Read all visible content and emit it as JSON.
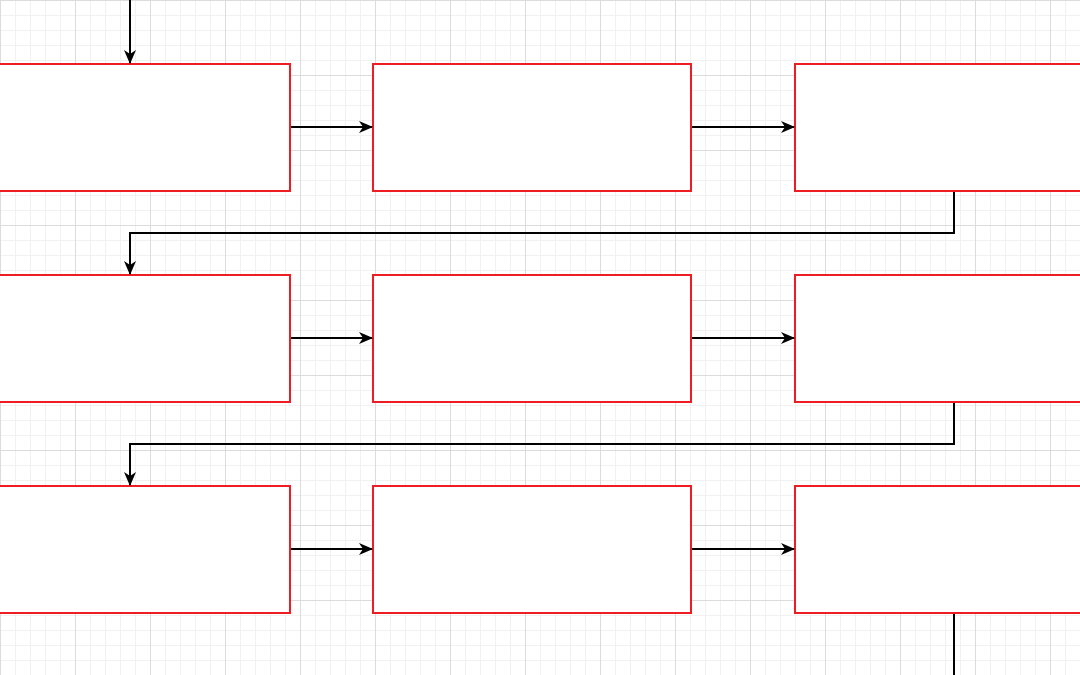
{
  "diagram": {
    "title": "",
    "colors": {
      "node_border": "#ee1d23",
      "node_fill": "#ffffff",
      "connector": "#000000",
      "grid_major": "#dcdcdc",
      "grid_minor": "#f1f1f1"
    },
    "nodes": [
      {
        "id": "r1c1",
        "label": ""
      },
      {
        "id": "r1c2",
        "label": ""
      },
      {
        "id": "r1c3",
        "label": ""
      },
      {
        "id": "r2c1",
        "label": ""
      },
      {
        "id": "r2c2",
        "label": ""
      },
      {
        "id": "r2c3",
        "label": ""
      },
      {
        "id": "r3c1",
        "label": ""
      },
      {
        "id": "r3c2",
        "label": ""
      },
      {
        "id": "r3c3",
        "label": ""
      }
    ],
    "edges": [
      {
        "from": "start",
        "to": "r1c1"
      },
      {
        "from": "r1c1",
        "to": "r1c2"
      },
      {
        "from": "r1c2",
        "to": "r1c3"
      },
      {
        "from": "r1c3",
        "to": "r2c1"
      },
      {
        "from": "r2c1",
        "to": "r2c2"
      },
      {
        "from": "r2c2",
        "to": "r2c3"
      },
      {
        "from": "r2c3",
        "to": "r3c1"
      },
      {
        "from": "r3c1",
        "to": "r3c2"
      },
      {
        "from": "r3c2",
        "to": "r3c3"
      },
      {
        "from": "r3c3",
        "to": "continue"
      }
    ]
  }
}
